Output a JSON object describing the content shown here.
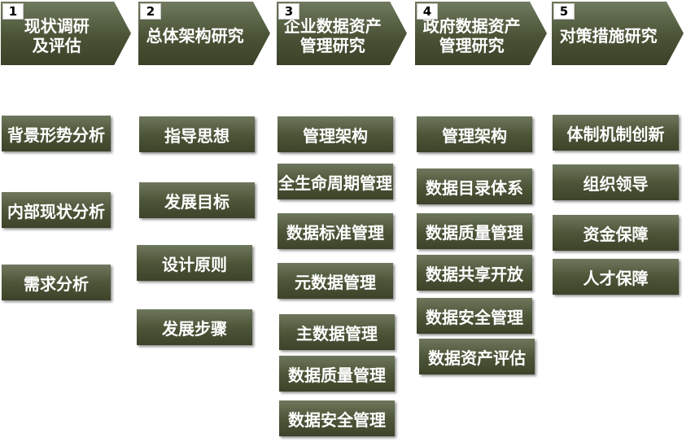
{
  "phases": [
    {
      "number": "1",
      "title": "现状调研\n及评估"
    },
    {
      "number": "2",
      "title": "总体架构研究"
    },
    {
      "number": "3",
      "title": "企业数据资产\n管理研究"
    },
    {
      "number": "4",
      "title": "政府数据资产\n管理研究"
    },
    {
      "number": "5",
      "title": "对策措施研究"
    }
  ],
  "columns": [
    {
      "items": [
        "背景形势分析",
        "内部现状分析",
        "需求分析"
      ]
    },
    {
      "items": [
        "指导思想",
        "发展目标",
        "设计原则",
        "发展步骤"
      ]
    },
    {
      "items": [
        "管理架构",
        "全生命周期管理",
        "数据标准管理",
        "元数据管理",
        "主数据管理",
        "数据质量管理",
        "数据安全管理"
      ]
    },
    {
      "items": [
        "管理架构",
        "数据目录体系",
        "数据质量管理",
        "数据共享开放",
        "数据安全管理",
        "数据资产评估"
      ]
    },
    {
      "items": [
        "体制机制创新",
        "组织领导",
        "资金保障",
        "人才保障"
      ]
    }
  ]
}
